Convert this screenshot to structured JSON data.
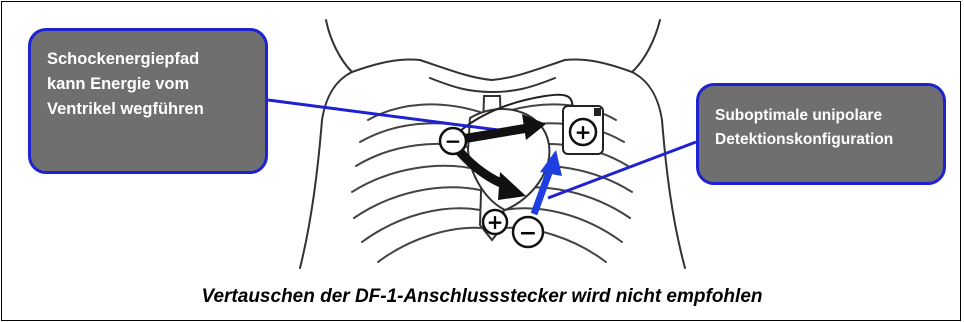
{
  "callouts": {
    "shock_path": {
      "lines": [
        "Schockenergiepfad",
        "kann Energie vom",
        "Ventrikel wegführen"
      ]
    },
    "detection": {
      "lines": [
        "Suboptimale unipolare",
        "Detektionskonfiguration"
      ]
    }
  },
  "caption": "Vertauschen der DF-1-Anschlussstecker wird nicht empfohlen",
  "markers": {
    "coil_negative": "−",
    "coil_positive": "+",
    "tip_negative": "−",
    "can_positive": "+"
  },
  "colors": {
    "callout_fill": "#6f6f6f",
    "callout_border": "#1e22d0",
    "pointer_line": "#1e22d0",
    "detection_arrow": "#1e3fe0",
    "shock_arrows": "#111111"
  },
  "icons": [
    "chest-illustration",
    "shock-arrow-icon",
    "detection-arrow-icon",
    "device-can-icon"
  ]
}
